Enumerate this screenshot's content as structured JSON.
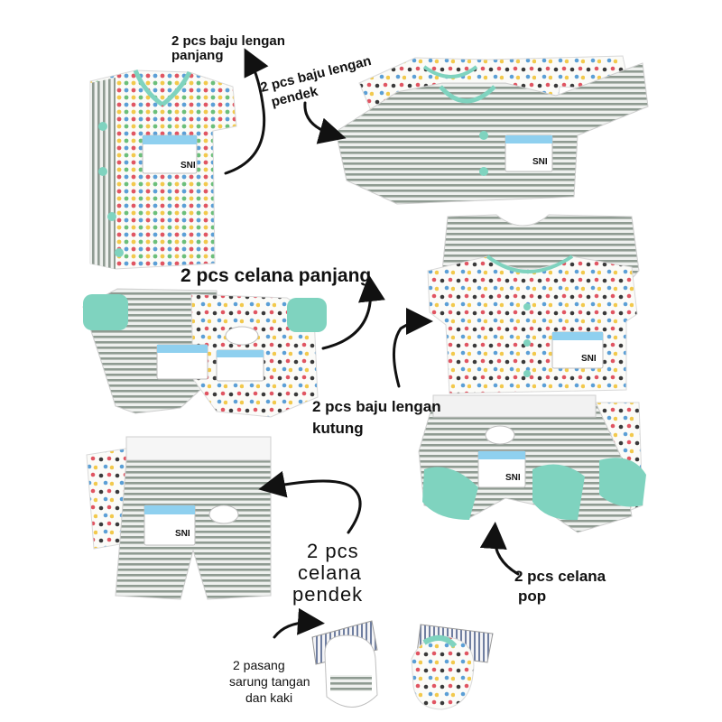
{
  "labels": {
    "long_sleeve_l1": "2 pcs baju lengan",
    "long_sleeve_l2": "panjang",
    "short_sleeve_l1": "2 pcs baju lengan",
    "short_sleeve_l2": "pendek",
    "long_pants": "2 pcs celana panjang",
    "sleeveless_l1": "2 pcs baju lengan",
    "sleeveless_l2": "kutung",
    "short_pants_l1": "2 pcs",
    "short_pants_l2": "celana",
    "short_pants_l3": "pendek",
    "pop_l1": "2 pcs celana",
    "pop_l2": "pop",
    "mittens_l1": "2 pasang",
    "mittens_l2": "sarung tangan",
    "mittens_l3": "dan kaki"
  },
  "tag": {
    "sni": "SNI"
  },
  "colors": {
    "mint": "#7fd3bf",
    "stripe": "#8f9b92",
    "fabric": "#fbfbf8",
    "tag_blue": "#8fd0ef"
  }
}
